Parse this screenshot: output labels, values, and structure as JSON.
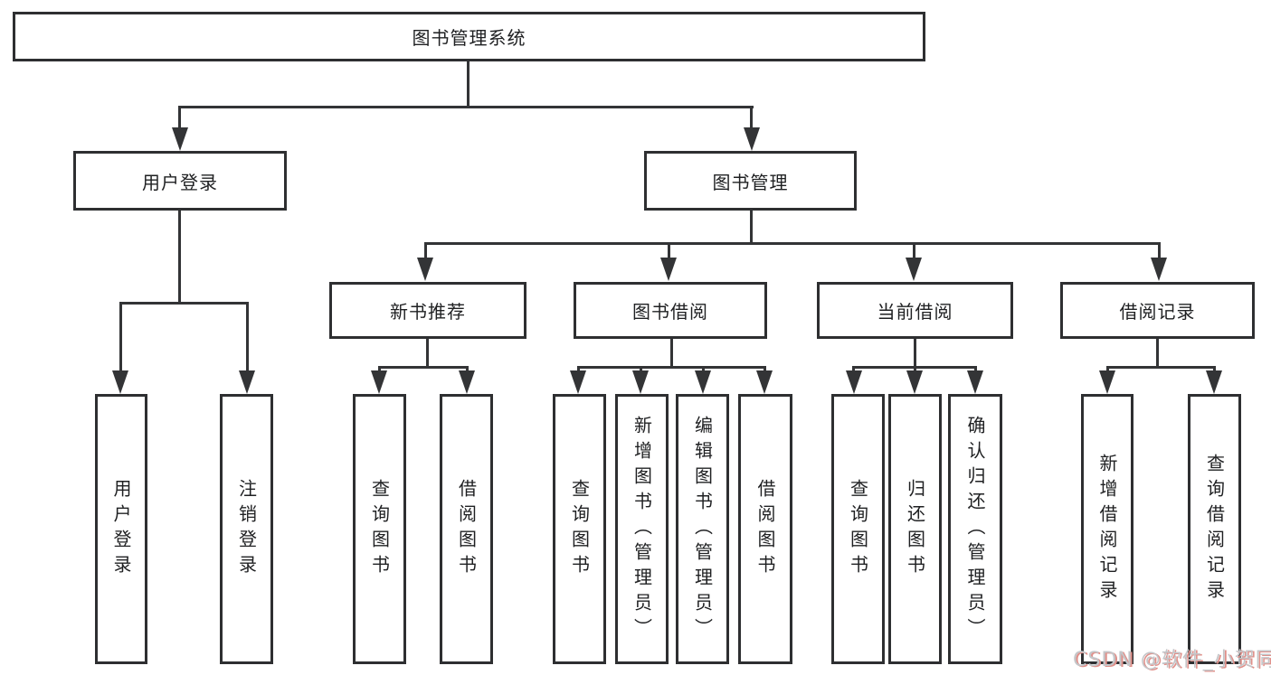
{
  "diagram": {
    "type": "hierarchy-tree",
    "title": "图书管理系统",
    "nodes": {
      "root": {
        "label": "图书管理系统"
      },
      "user_login": {
        "label": "用户登录"
      },
      "book_mgmt": {
        "label": "图书管理"
      },
      "new_book_rec": {
        "label": "新书推荐"
      },
      "book_borrow": {
        "label": "图书借阅"
      },
      "current_borrow": {
        "label": "当前借阅"
      },
      "borrow_records": {
        "label": "借阅记录"
      },
      "leaf_user_login": {
        "label": "用户登录"
      },
      "leaf_logout": {
        "label": "注销登录"
      },
      "nbr_query_book": {
        "label": "查询图书"
      },
      "nbr_borrow_book": {
        "label": "借阅图书"
      },
      "bb_query_book": {
        "label": "查询图书"
      },
      "bb_add_book": {
        "label": "新增图书（管理员）"
      },
      "bb_edit_book": {
        "label": "编辑图书（管理员）"
      },
      "bb_borrow_book": {
        "label": "借阅图书"
      },
      "cb_query_book": {
        "label": "查询图书"
      },
      "cb_return_book": {
        "label": "归还图书"
      },
      "cb_confirm_return": {
        "label": "确认归还（管理员）"
      },
      "br_add_record": {
        "label": "新增借阅记录"
      },
      "br_query_record": {
        "label": "查询借阅记录"
      }
    },
    "hierarchy": [
      {
        "parent": "图书管理系统",
        "children": [
          "用户登录",
          "图书管理"
        ]
      },
      {
        "parent": "用户登录",
        "children": [
          "用户登录",
          "注销登录"
        ]
      },
      {
        "parent": "图书管理",
        "children": [
          "新书推荐",
          "图书借阅",
          "当前借阅",
          "借阅记录"
        ]
      },
      {
        "parent": "新书推荐",
        "children": [
          "查询图书",
          "借阅图书"
        ]
      },
      {
        "parent": "图书借阅",
        "children": [
          "查询图书",
          "新增图书（管理员）",
          "编辑图书（管理员）",
          "借阅图书"
        ]
      },
      {
        "parent": "当前借阅",
        "children": [
          "查询图书",
          "归还图书",
          "确认归还（管理员）"
        ]
      },
      {
        "parent": "借阅记录",
        "children": [
          "新增借阅记录",
          "查询借阅记录"
        ]
      }
    ],
    "colors": {
      "line": "#333436",
      "box_border": "#2e2f31",
      "box_fill": "#ffffff",
      "text": "#1f2022",
      "watermark_gray": "#c4c6c9",
      "watermark_red": "#e0908a"
    }
  },
  "watermark": {
    "text": "CSDN @软件_小贺同学"
  }
}
